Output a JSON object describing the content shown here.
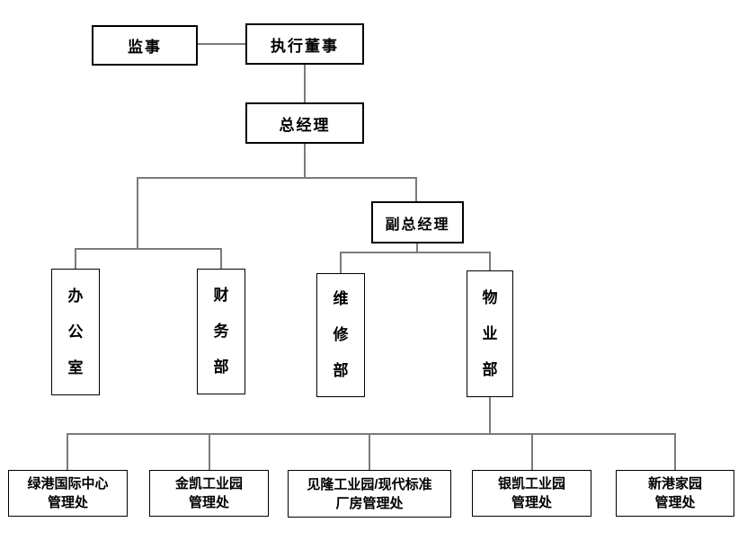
{
  "diagram": {
    "type": "org-chart",
    "colors": {
      "background": "#ffffff",
      "box_border": "#000000",
      "connector_line": "#7b7b7b",
      "text": "#000000"
    },
    "nodes": {
      "supervisor": {
        "label": "监事"
      },
      "executive_director": {
        "label": "执行董事"
      },
      "general_manager": {
        "label": "总经理"
      },
      "deputy_general_manager": {
        "label": "副总经理"
      },
      "office": {
        "label": "办公室",
        "orientation": "vertical"
      },
      "finance_dept": {
        "label": "财务部",
        "orientation": "vertical"
      },
      "maintenance_dept": {
        "label": "维修部",
        "orientation": "vertical"
      },
      "property_dept": {
        "label": "物业部",
        "orientation": "vertical"
      },
      "branch_lvgang": {
        "line1": "绿港国际中心",
        "line2": "管理处"
      },
      "branch_jinkai": {
        "line1": "金凯工业园",
        "line2": "管理处"
      },
      "branch_jianlong": {
        "line1": "见隆工业园/现代标准",
        "line2": "厂房管理处"
      },
      "branch_yinkai": {
        "line1": "银凯工业园",
        "line2": "管理处"
      },
      "branch_xingang": {
        "line1": "新港家园",
        "line2": "管理处"
      }
    },
    "relationships": [
      {
        "from": "监事",
        "to": "执行董事",
        "style": "peer-link"
      },
      {
        "from": "执行董事",
        "to": "总经理"
      },
      {
        "from": "总经理",
        "to": "办公室"
      },
      {
        "from": "总经理",
        "to": "财务部"
      },
      {
        "from": "总经理",
        "to": "副总经理"
      },
      {
        "from": "副总经理",
        "to": "维修部"
      },
      {
        "from": "副总经理",
        "to": "物业部"
      },
      {
        "from": "物业部",
        "to": "绿港国际中心管理处"
      },
      {
        "from": "物业部",
        "to": "金凯工业园管理处"
      },
      {
        "from": "物业部",
        "to": "见隆工业园/现代标准厂房管理处"
      },
      {
        "from": "物业部",
        "to": "银凯工业园管理处"
      },
      {
        "from": "物业部",
        "to": "新港家园管理处"
      }
    ]
  }
}
